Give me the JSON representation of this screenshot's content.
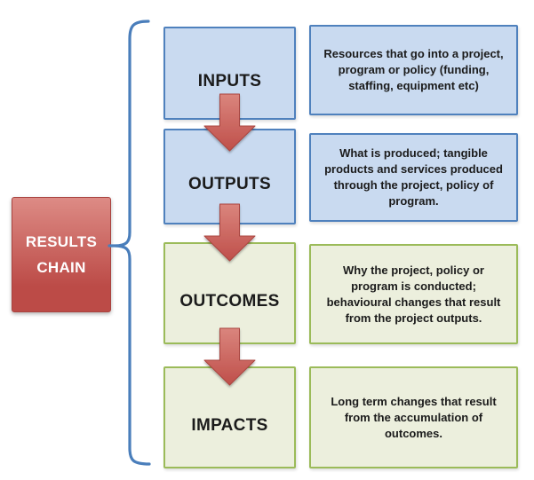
{
  "diagram_title": "RESULTS\nCHAIN",
  "rows": [
    {
      "label": "INPUTS",
      "description": "Resources that go into a project, program or policy (funding, staffing, equipment etc)",
      "theme": "blue"
    },
    {
      "label": "OUTPUTS",
      "description": "What is produced; tangible products and services produced through the project, policy of program.",
      "theme": "blue"
    },
    {
      "label": "OUTCOMES",
      "description": "Why the project, policy or program is conducted; behavioural changes that result from the project outputs.",
      "theme": "green"
    },
    {
      "label": "IMPACTS",
      "description": "Long term changes that result from the accumulation of outcomes.",
      "theme": "green"
    }
  ],
  "icons": {
    "connector": "down-arrow-icon",
    "grouping": "left-curly-brace-icon"
  },
  "colors": {
    "blue_fill": "#c9daf0",
    "blue_border": "#4f81bd",
    "green_fill": "#ecefdd",
    "green_border": "#9bbb59",
    "red_from": "#dd8b85",
    "red_to": "#bc4b47",
    "red_border": "#a94440",
    "arrow_from": "#da857d",
    "arrow_to": "#bf4f4a",
    "arrow_border": "#aa4540",
    "brace": "#4a7ebb",
    "text": "#1b1b1b"
  }
}
